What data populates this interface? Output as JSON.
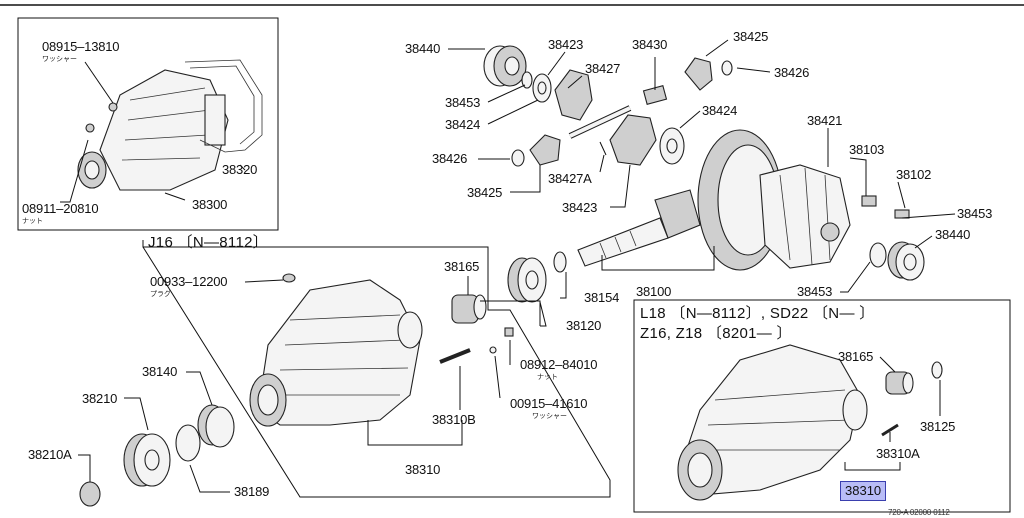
{
  "labels": {
    "p08915_13810": "08915–13810",
    "p08915_jp": "ワッシャー",
    "p38320": "38320",
    "p08911_20810": "08911–20810",
    "p08911_jp": "ナット",
    "p38300": "38300",
    "p38440_top": "38440",
    "p38423_top": "38423",
    "p38430": "38430",
    "p38425_top": "38425",
    "p38427": "38427",
    "p38426_top": "38426",
    "p38453_top": "38453",
    "p38424_top": "38424",
    "p38424_left": "38424",
    "p38421": "38421",
    "p38426_left": "38426",
    "p38103": "38103",
    "p38427A": "38427A",
    "p38102": "38102",
    "p38425_left": "38425",
    "p38423_mid": "38423",
    "p38453_right": "38453",
    "p38440_right": "38440",
    "p38453_bottom": "38453",
    "p38100": "38100",
    "p38165_left": "38165",
    "p38154": "38154",
    "p00933_12200": "00933–12200",
    "p00933_jp": "プラグ",
    "p38120": "38120",
    "p08912_84010": "08912–84010",
    "p08912_jp": "ナット",
    "p00915_41610": "00915–41610",
    "p00915_jp": "ワッシャー",
    "p38310B": "38310B",
    "p38310_left": "38310",
    "p38140": "38140",
    "p38210": "38210",
    "p38210A": "38210A",
    "p38189": "38189",
    "p38165_right": "38165",
    "p38125": "38125",
    "p38310A": "38310A",
    "p38310_highlight": "38310"
  },
  "headers": {
    "j16": "J16 〔N—8112〕",
    "l18_line1": "L18 〔N—8112〕, SD22 〔N—     〕",
    "l18_line2": "Z16, Z18 〔8201—   〕"
  },
  "footer": {
    "code": "720-A 02000 0112"
  },
  "colors": {
    "highlight": "#b9bdf7",
    "ink": "#111111"
  }
}
